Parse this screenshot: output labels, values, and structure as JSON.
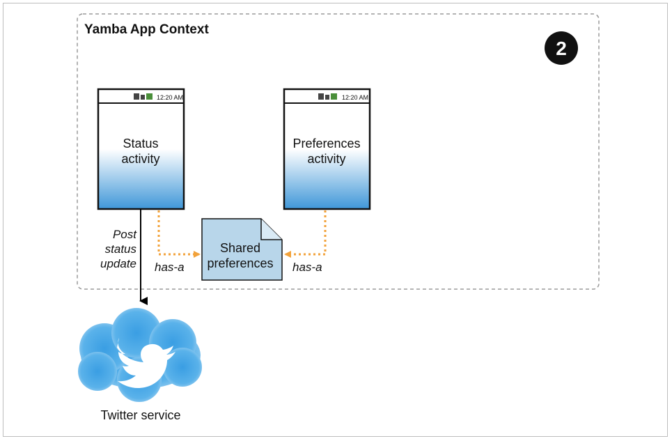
{
  "diagram": {
    "context_label": "Yamba App Context",
    "step_number": "2",
    "phones": [
      {
        "id": "status",
        "time": "12:20 AM",
        "line1": "Status",
        "line2": "activity"
      },
      {
        "id": "preferences",
        "time": "12:20 AM",
        "line1": "Preferences",
        "line2": "activity"
      }
    ],
    "shared_prefs": {
      "line1": "Shared",
      "line2": "preferences"
    },
    "left_relation": "has-a",
    "right_relation": "has-a",
    "post_label": [
      "Post",
      "status",
      "update"
    ],
    "service_label": "Twitter service"
  },
  "colors": {
    "arrow_orange": "#f2a23a",
    "phone_blue": "#3f97d8",
    "note_fill": "#b8d6ea",
    "cloud_blue": "#4aa7e6",
    "badge": "#111111"
  }
}
